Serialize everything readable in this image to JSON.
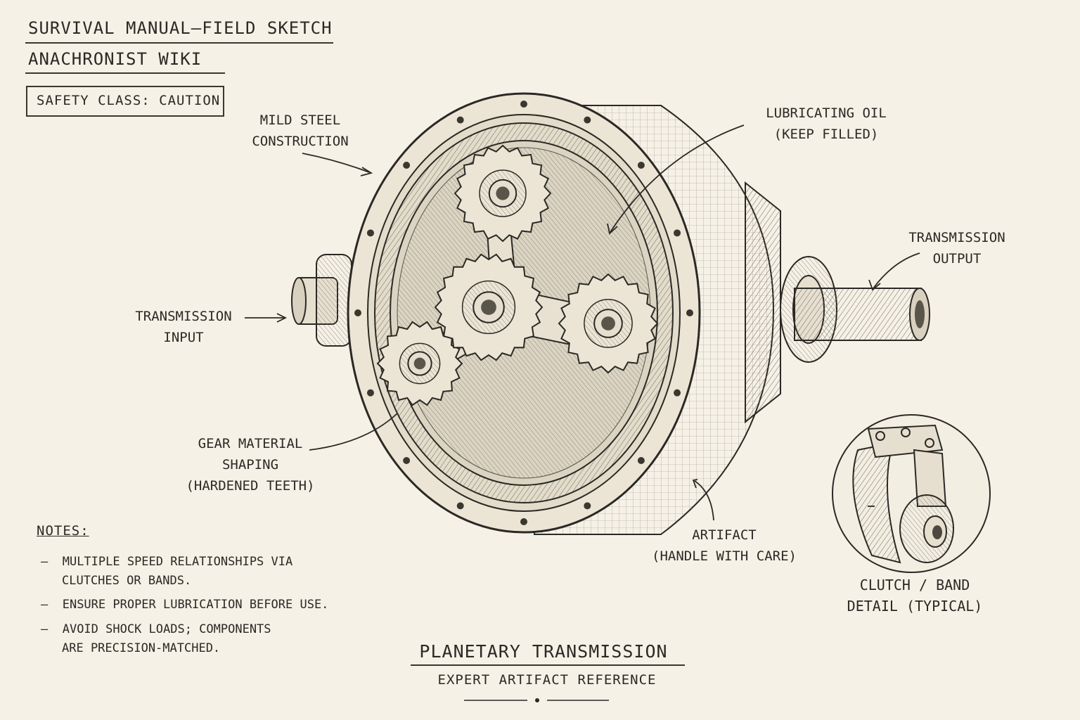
{
  "header": {
    "title": "SURVIVAL MANUAL—FIELD SKETCH",
    "subtitle": "ANACHRONIST WIKI",
    "safety": "SAFETY CLASS: CAUTION"
  },
  "labels": {
    "mild_steel": [
      "MILD STEEL",
      "CONSTRUCTION"
    ],
    "lubricating_oil": [
      "LUBRICATING OIL",
      "(KEEP FILLED)"
    ],
    "transmission_input": [
      "TRANSMISSION",
      "INPUT"
    ],
    "transmission_output": [
      "TRANSMISSION",
      "OUTPUT"
    ],
    "gear_material": [
      "GEAR MATERIAL",
      "SHAPING",
      "(HARDENED TEETH)"
    ],
    "artifact": [
      "ARTIFACT",
      "(HANDLE WITH CARE)"
    ],
    "clutch_band": [
      "CLUTCH / BAND",
      "DETAIL (TYPICAL)"
    ]
  },
  "notes": {
    "title": "NOTES:",
    "items": [
      [
        "MULTIPLE SPEED RELATIONSHIPS VIA",
        "CLUTCHES OR BANDS."
      ],
      [
        "ENSURE PROPER LUBRICATION BEFORE USE."
      ],
      [
        "AVOID SHOCK LOADS; COMPONENTS",
        "ARE PRECISION-MATCHED."
      ]
    ]
  },
  "footer": {
    "title": "PLANETARY TRANSMISSION",
    "subtitle": "EXPERT ARTIFACT REFERENCE"
  },
  "colors": {
    "paper": "#f6f1e6",
    "ink": "#2b2925",
    "shade": "#8a8476"
  }
}
